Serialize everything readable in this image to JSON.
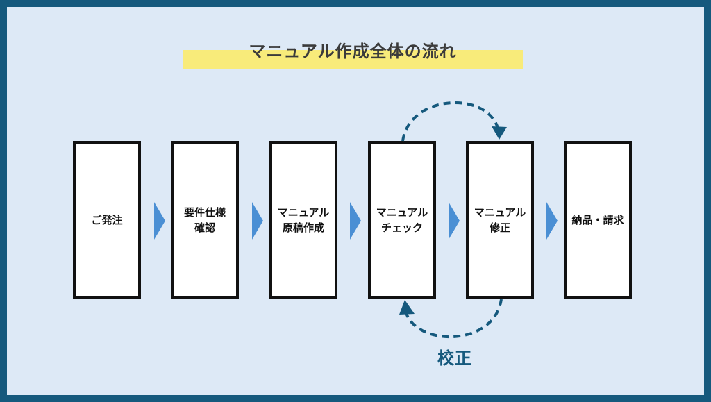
{
  "title": "マニュアル作成全体の流れ",
  "steps": [
    {
      "label": "ご発注"
    },
    {
      "label": "要件仕様\n確認"
    },
    {
      "label": "マニュアル\n原稿作成"
    },
    {
      "label": "マニュアル\nチェック"
    },
    {
      "label": "マニュアル\n修正"
    },
    {
      "label": "納品・請求"
    }
  ],
  "loop_label": "校正",
  "colors": {
    "frame": "#15597d",
    "background": "#dde9f6",
    "title_highlight": "#f8eb7a",
    "flow_arrow": "#4a8fd4",
    "loop_arrow": "#15597d"
  }
}
